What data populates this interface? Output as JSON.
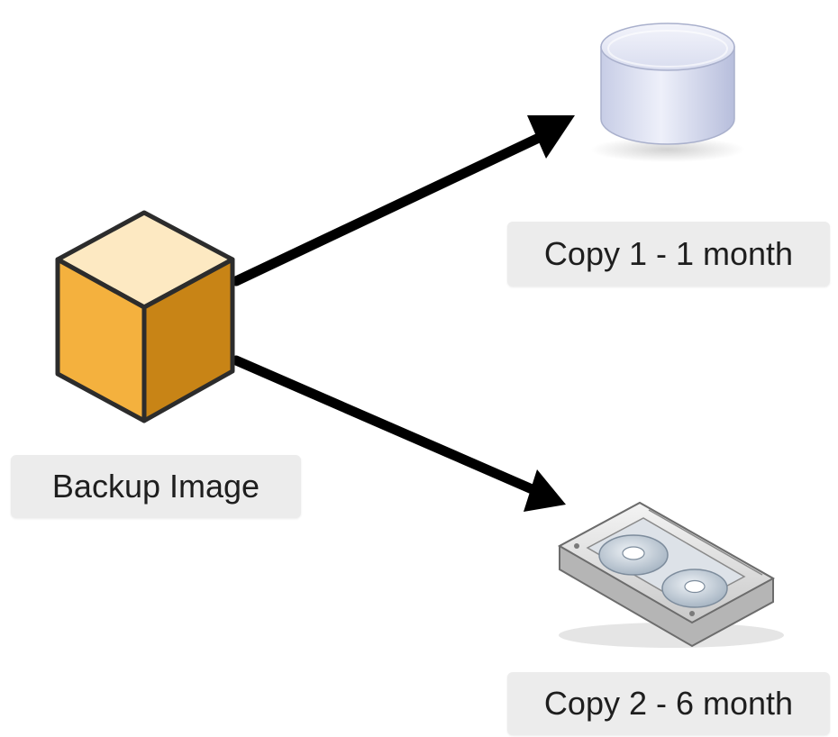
{
  "diagram": {
    "nodes": [
      {
        "id": "backup",
        "label": "Backup Image",
        "icon": "cube-icon",
        "color": "#f2a83a"
      },
      {
        "id": "copy1",
        "label": "Copy 1 - 1 month",
        "icon": "disk-storage-icon",
        "color": "#d6dbef"
      },
      {
        "id": "copy2",
        "label": "Copy 2 - 6 month",
        "icon": "tape-cartridge-icon",
        "color": "#e6e6e6"
      }
    ],
    "edges": [
      {
        "from": "backup",
        "to": "copy1"
      },
      {
        "from": "backup",
        "to": "copy2"
      }
    ]
  }
}
